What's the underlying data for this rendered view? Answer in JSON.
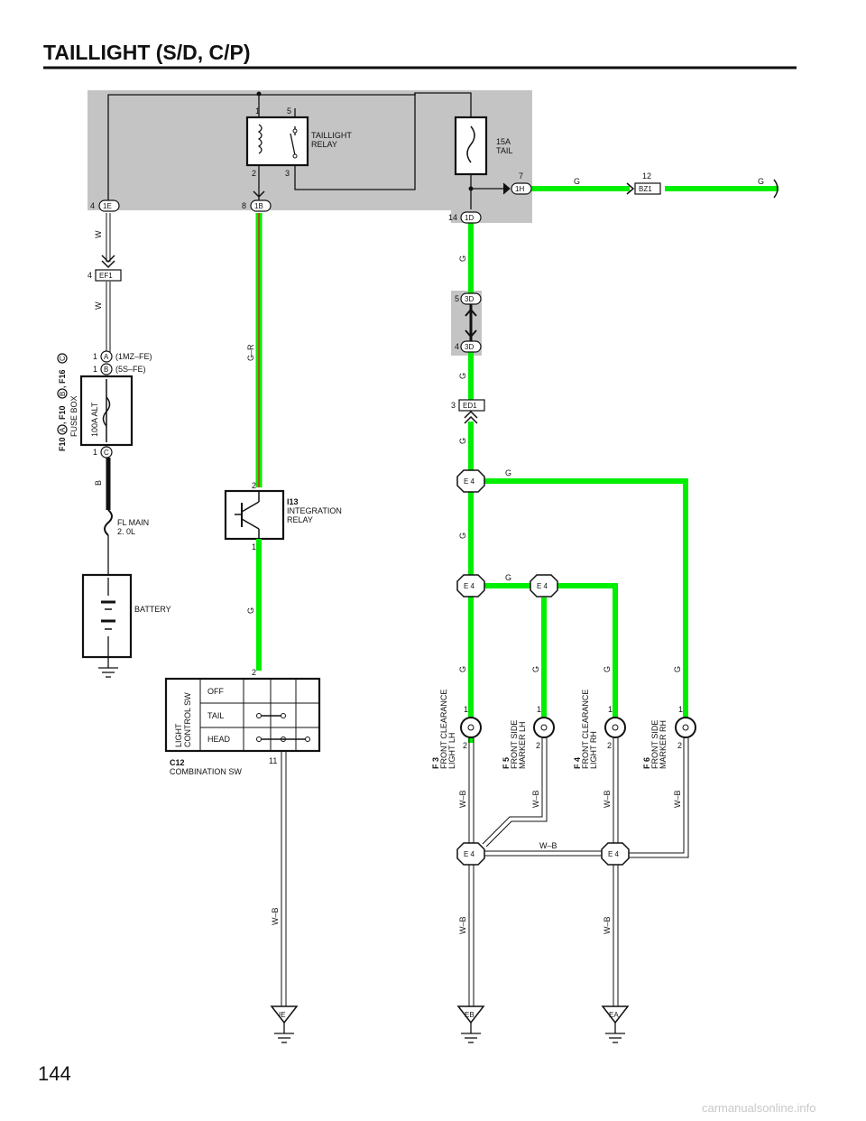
{
  "title": "TAILLIGHT (S/D, C/P)",
  "page_number": "144",
  "watermark": "carmanualsonline.info",
  "relay": {
    "label_1": "TAILLIGHT",
    "label_2": "RELAY",
    "pins": [
      "1",
      "5",
      "2",
      "3"
    ]
  },
  "fuse_tail": {
    "label_1": "15A",
    "label_2": "TAIL"
  },
  "connectors": {
    "1E": {
      "name": "1E",
      "pin": "4"
    },
    "1B": {
      "name": "1B",
      "pin": "8"
    },
    "1D": {
      "name": "1D",
      "pin": "14"
    },
    "1H": {
      "name": "1H",
      "pin": "7"
    },
    "BZ1": {
      "name": "BZ1",
      "pin": "12"
    },
    "EF1": {
      "name": "EF1",
      "pin": "4"
    },
    "3D_top": {
      "name": "3D",
      "pin": "5"
    },
    "3D_bot": {
      "name": "3D",
      "pin": "4"
    },
    "ED1": {
      "name": "ED1",
      "pin": "3"
    },
    "A": {
      "name": "A",
      "pin": "1"
    },
    "B": {
      "name": "B",
      "pin": "1"
    },
    "C": {
      "name": "C",
      "pin": "1"
    }
  },
  "fusebox": {
    "label": "FUSE BOX",
    "code": "F10",
    "code2": ", F10",
    "code3": ", F16",
    "a_note": "(1MZ–FE)",
    "b_note": "(5S–FE)",
    "alt_fuse": "100A ALT"
  },
  "fl_main": {
    "label_1": "FL MAIN",
    "label_2": "2. 0L"
  },
  "battery": "BATTERY",
  "integration_relay": {
    "code": "I13",
    "label_1": "INTEGRATION",
    "label_2": "RELAY",
    "pin_top": "2",
    "pin_bot": "1"
  },
  "combination_sw": {
    "code": "C12",
    "label": "COMBINATION SW",
    "sw_label_1": "LIGHT",
    "sw_label_2": "CONTROL SW",
    "positions": [
      "OFF",
      "TAIL",
      "HEAD"
    ],
    "pin_top": "2",
    "pin_bot": "11"
  },
  "wire_colors": {
    "W": "W",
    "GR": "G–R",
    "G": "G",
    "B": "B",
    "WB": "W–B"
  },
  "junction": "E 4",
  "lights": [
    {
      "code": "F 3",
      "label_1": "FRONT CLEARANCE",
      "label_2": "LIGHT LH"
    },
    {
      "code": "F 5",
      "label_1": "FRONT SIDE",
      "label_2": "MARKER LH"
    },
    {
      "code": "F 4",
      "label_1": "FRONT CLEARANCE",
      "label_2": "LIGHT RH"
    },
    {
      "code": "F 6",
      "label_1": "FRONT SIDE",
      "label_2": "MARKER RH"
    }
  ],
  "light_pins": [
    "1",
    "2"
  ],
  "grounds": [
    "IE",
    "EB",
    "EA"
  ],
  "colors": {
    "wire_green": "#00ee00",
    "shade": "#c4c4c4",
    "ink": "#111111"
  }
}
